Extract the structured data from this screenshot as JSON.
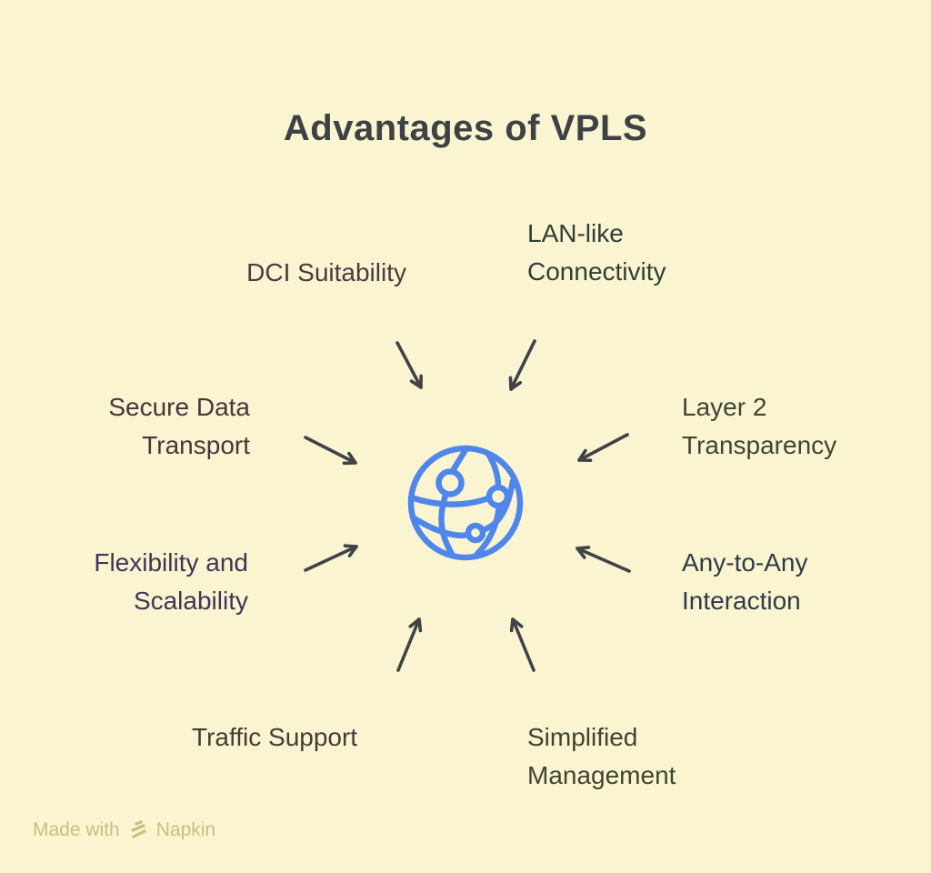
{
  "page": {
    "background": "#FBF4D0"
  },
  "title": {
    "text": "Advantages of VPLS",
    "color": "#3E4245"
  },
  "center_icon": {
    "name": "globe-network",
    "color": "#4E86EC"
  },
  "arrows": {
    "color": "#3F4347",
    "count": 8,
    "direction": "pointing-inward-to-center"
  },
  "labels": [
    {
      "id": "lan-like-connectivity",
      "text": "LAN-like\nConnectivity",
      "color": "#2F3E37"
    },
    {
      "id": "dci-suitability",
      "text": "DCI Suitability",
      "color": "#4D3944"
    },
    {
      "id": "secure-data-transport",
      "text": "Secure Data\nTransport",
      "color": "#4C333A"
    },
    {
      "id": "layer-2-transparency",
      "text": "Layer 2\nTransparency",
      "color": "#3D4534"
    },
    {
      "id": "flexibility-and-scalability",
      "text": "Flexibility and\nScalability",
      "color": "#3C3659"
    },
    {
      "id": "any-to-any-interaction",
      "text": "Any-to-Any\nInteraction",
      "color": "#2E3B48"
    },
    {
      "id": "traffic-support",
      "text": "Traffic Support",
      "color": "#453C36"
    },
    {
      "id": "simplified-management",
      "text": "Simplified\nManagement",
      "color": "#3F4530"
    }
  ],
  "watermark": {
    "made_with": "Made with",
    "brand": "Napkin",
    "color": "#C9BF7C",
    "icon": "napkin-logo"
  }
}
